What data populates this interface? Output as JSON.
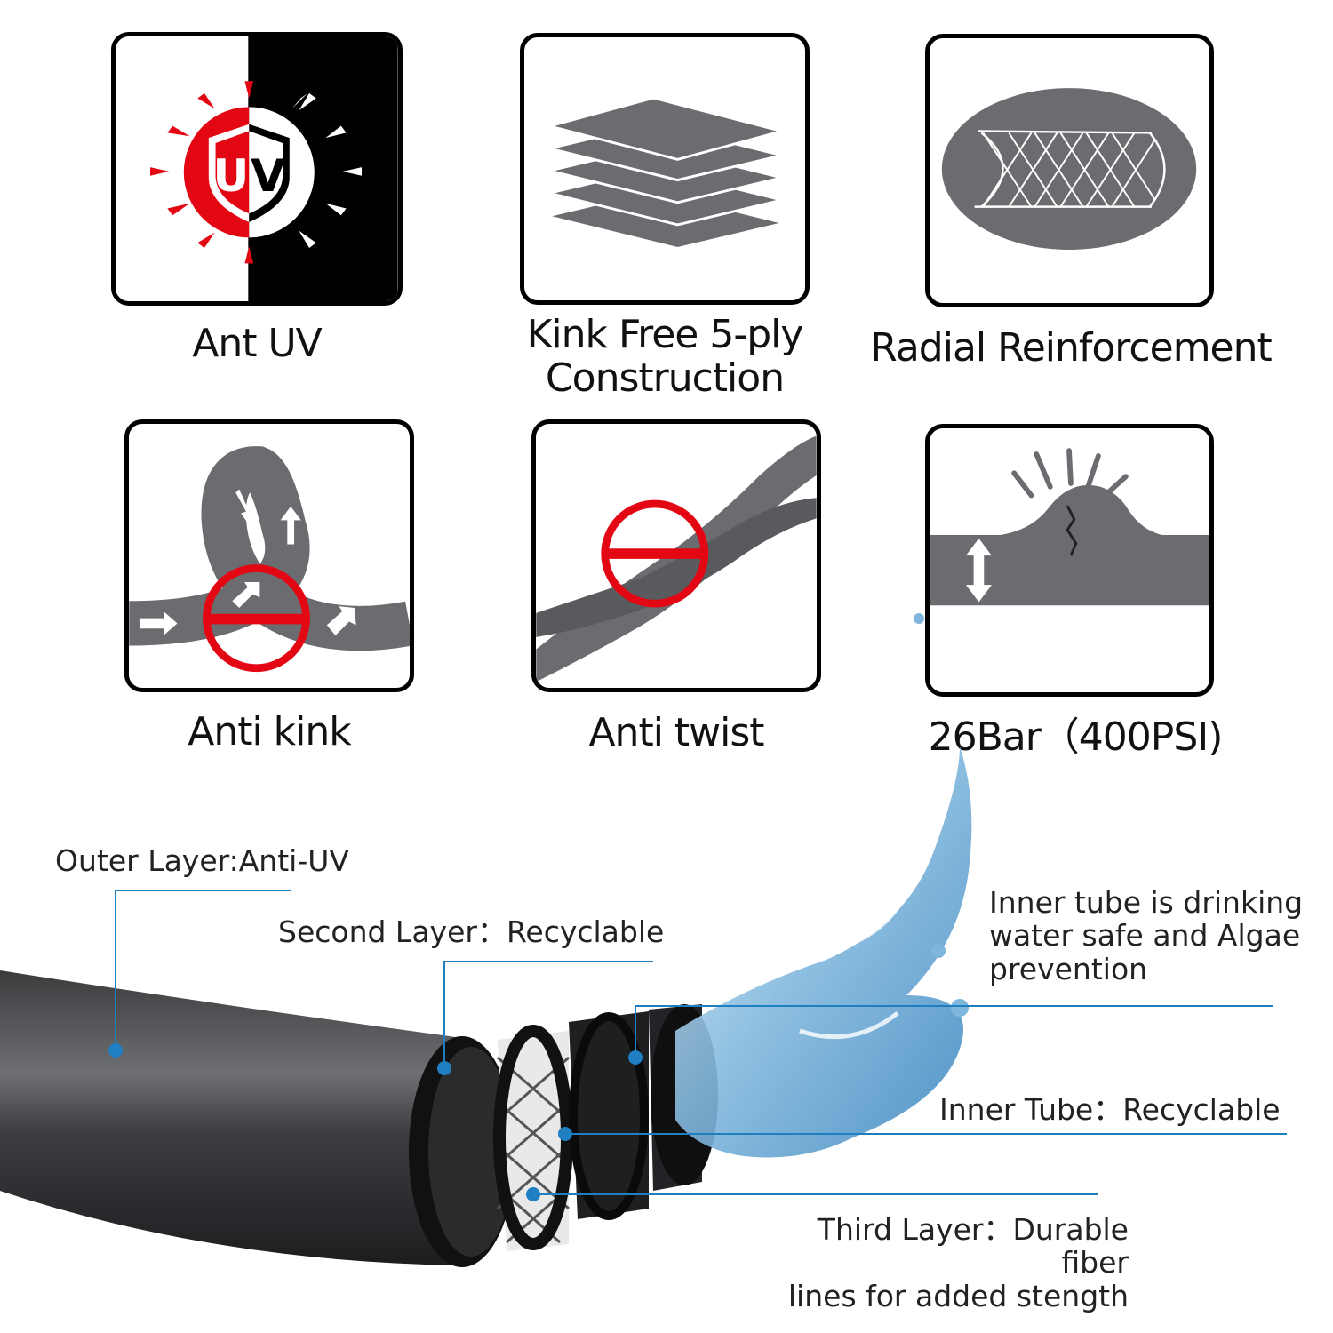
{
  "features": [
    {
      "caption": "Ant UV",
      "icon": "uv-sun-shield-icon",
      "badge": "UV"
    },
    {
      "caption": "Kink Free 5-ply\nConstruction",
      "icon": "layers-stack-icon"
    },
    {
      "caption": "Radial Reinforcement",
      "icon": "mesh-reinforcement-icon"
    },
    {
      "caption": "Anti kink",
      "icon": "kinked-hose-prohibited-icon"
    },
    {
      "caption": "Anti twist",
      "icon": "twisted-hose-prohibited-icon"
    },
    {
      "caption": "26Bar（400PSI)",
      "icon": "pressure-bulge-icon"
    }
  ],
  "callouts": {
    "outer_layer": "Outer Layer:Anti-UV",
    "second_layer": "Second Layer：Recyclable",
    "inner_tube_safe": "Inner tube is drinking\nwater safe and Algae\nprevention",
    "inner_tube": "Inner Tube：Recyclable",
    "third_layer": "Third Layer：Durable fiber\nlines for added stength"
  },
  "colors": {
    "icon_gray": "#6b6c70",
    "prohibit_red": "#e30613",
    "leader_blue": "#1f7fc1",
    "hose_black": "#2a2b2d",
    "water_blue": "#7fb6dc"
  }
}
